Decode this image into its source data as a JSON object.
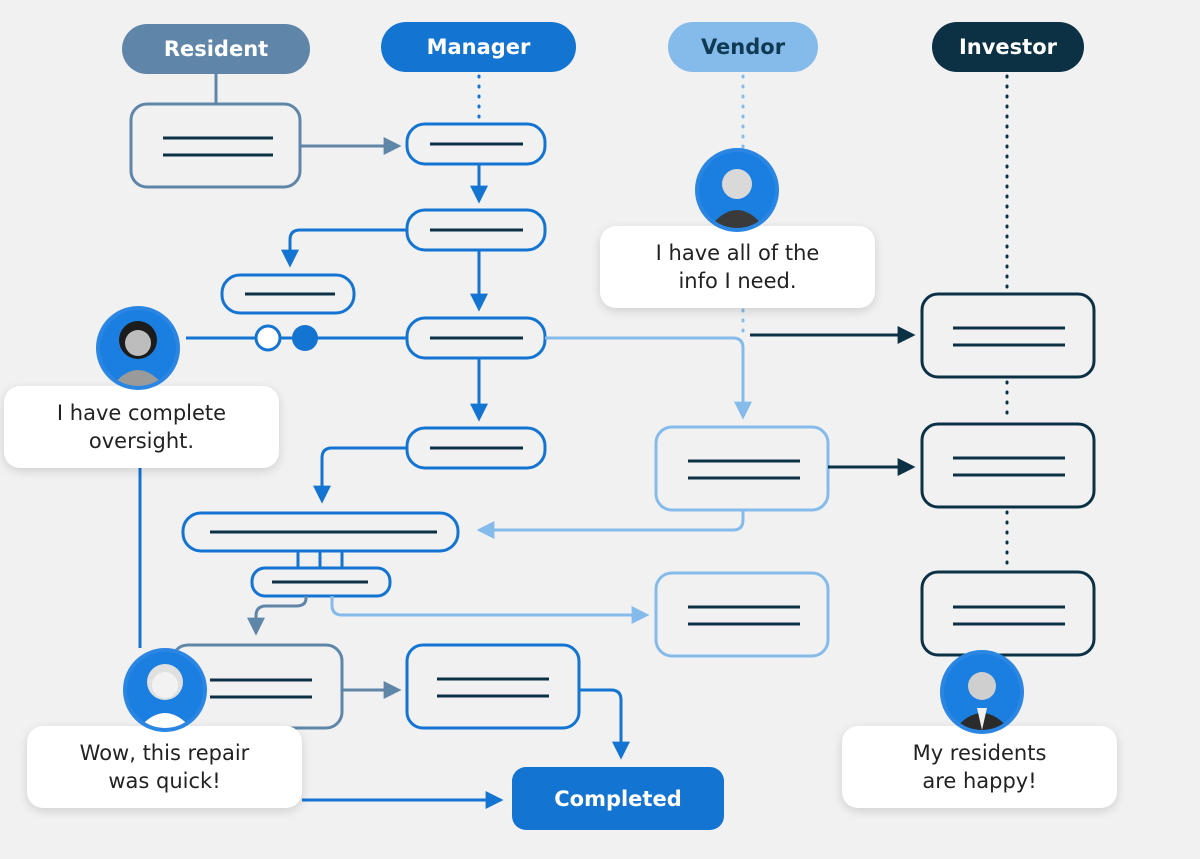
{
  "lanes": {
    "resident": "Resident",
    "manager": "Manager",
    "vendor": "Vendor",
    "investor": "Investor"
  },
  "quotes": {
    "vendor": "I have all of the\ninfo I need.",
    "manager": "I have complete\noversight.",
    "resident": "Wow, this repair\nwas quick!",
    "investor": "My residents\nare happy!"
  },
  "completed_label": "Completed",
  "colors": {
    "resident": "#5f86a8",
    "manager": "#1474d2",
    "vendor": "#85bbea",
    "investor": "#0c3145",
    "background": "#f1f1f2"
  }
}
